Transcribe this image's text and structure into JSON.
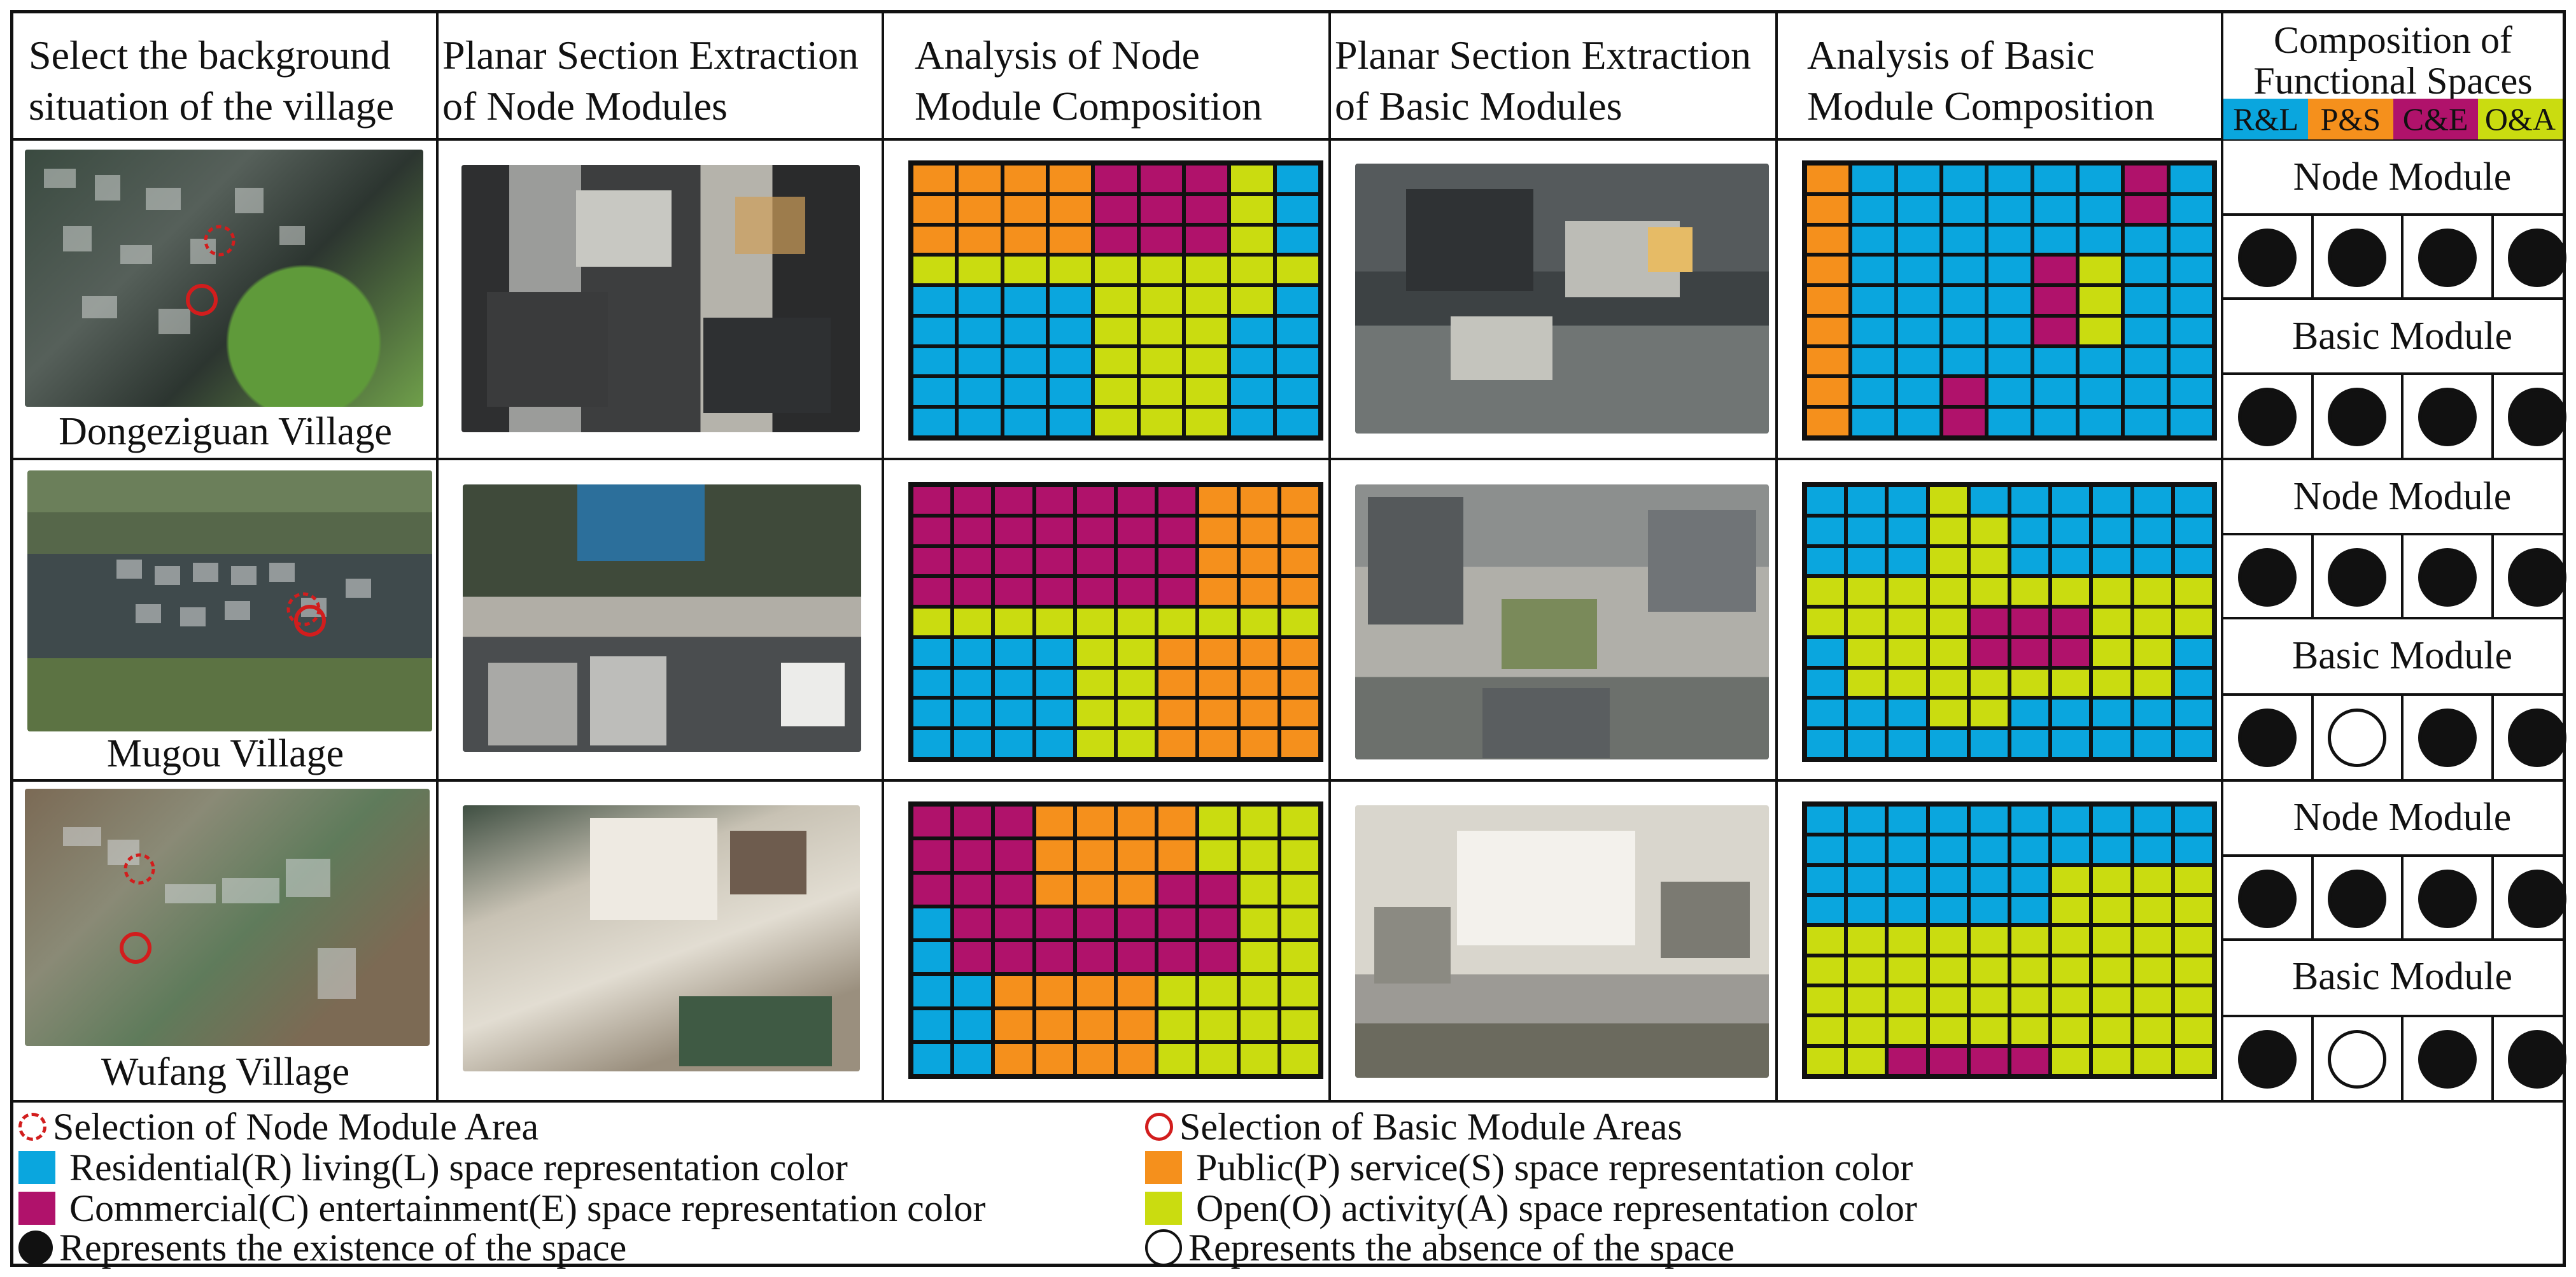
{
  "headers": {
    "col1": [
      "Select the background",
      "situation of the village"
    ],
    "col2": [
      "Planar Section Extraction",
      "of Node Modules"
    ],
    "col3": [
      "Analysis of Node",
      "Module Composition"
    ],
    "col4": [
      "Planar Section Extraction",
      "of Basic Modules"
    ],
    "col5": [
      "Analysis of Basic",
      "Module Composition"
    ],
    "col6": [
      "Composition of",
      "Functional Spaces"
    ]
  },
  "palette_chips": [
    "R&L",
    "P&S",
    "C&E",
    "O&A"
  ],
  "colors": {
    "R": "#0aa6de",
    "P": "#f5901c",
    "C": "#b0126b",
    "O": "#cadc10",
    "line": "#111111"
  },
  "villages": [
    {
      "name": "Dongeziguan Village",
      "node_grid": [
        "PPPPCCCOR",
        "PPPPCCCOR",
        "PPPPCCCOR",
        "OOOOOOOOO",
        "RRRROOOOR",
        "RRRROOORR",
        "RRRROOORR",
        "RRRROOORR",
        "RRRROOORR"
      ],
      "basic_grid": [
        "PRRRRRRCR",
        "PRRRRRRCR",
        "PRRRRRRRR",
        "PRRRRCORR",
        "PRRRRCORR",
        "PRRRRCORR",
        "PRRRRRRRR",
        "PRRCRRRRR",
        "PRRCRRRRR"
      ],
      "node_label": "Node Module",
      "node_presence": [
        true,
        true,
        true,
        true
      ],
      "basic_label": "Basic Module",
      "basic_presence": [
        true,
        true,
        true,
        true
      ]
    },
    {
      "name": "Mugou Village",
      "node_grid": [
        "CCCCCCCPPP",
        "CCCCCCCPPP",
        "CCCCCCCPPP",
        "CCCCCCCPPP",
        "OOOOOOOOOO",
        "RRRROOPPPP",
        "RRRROOPPPP",
        "RRRROOPPPP",
        "RRRROOPPPP"
      ],
      "basic_grid": [
        "RRRORRRRRR",
        "RRROORRRRR",
        "RRROORRRRR",
        "OOOOOOOOOO",
        "OOOOCCCOOO",
        "ROOOCCCOOR",
        "ROOOOOOOOR",
        "RRROORRRRR",
        "RRRRRRRRRR"
      ],
      "node_label": "Node Module",
      "node_presence": [
        true,
        true,
        true,
        true
      ],
      "basic_label": "Basic Module",
      "basic_presence": [
        true,
        false,
        true,
        true
      ]
    },
    {
      "name": "Wufang Village",
      "node_grid": [
        "CCCPPPPOOO",
        "CCCPPPPOOO",
        "CCCPPPCCOO",
        "RCCCCCCCOO",
        "RCCCCCCCOO",
        "RRPPPPOOOO",
        "RRPPPPOOOO",
        "RRPPPPOOOO"
      ],
      "basic_grid": [
        "RRRRRRRRRR",
        "RRRRRRRRRR",
        "RRRRRROOOO",
        "RRRRRROOOO",
        "OOOOOOOOOO",
        "OOOOOOOOOO",
        "OOOOOOOOOO",
        "OOOOOOOOOO",
        "OOCCCCOOOO"
      ],
      "node_label": "Node Module",
      "node_presence": [
        true,
        true,
        true,
        true
      ],
      "basic_label": "Basic Module",
      "basic_presence": [
        true,
        false,
        true,
        true
      ]
    }
  ],
  "legend": {
    "node_area": "Selection of Node Module Area",
    "basic_area": "Selection of Basic Module Areas",
    "residential": "Residential(R) living(L) space representation color",
    "public": "Public(P) service(S) space representation color",
    "commercial": "Commercial(C) entertainment(E) space representation color",
    "open": "Open(O) activity(A) space representation color",
    "exists": "Represents the existence of the space",
    "absent": "Represents the absence of the space"
  }
}
